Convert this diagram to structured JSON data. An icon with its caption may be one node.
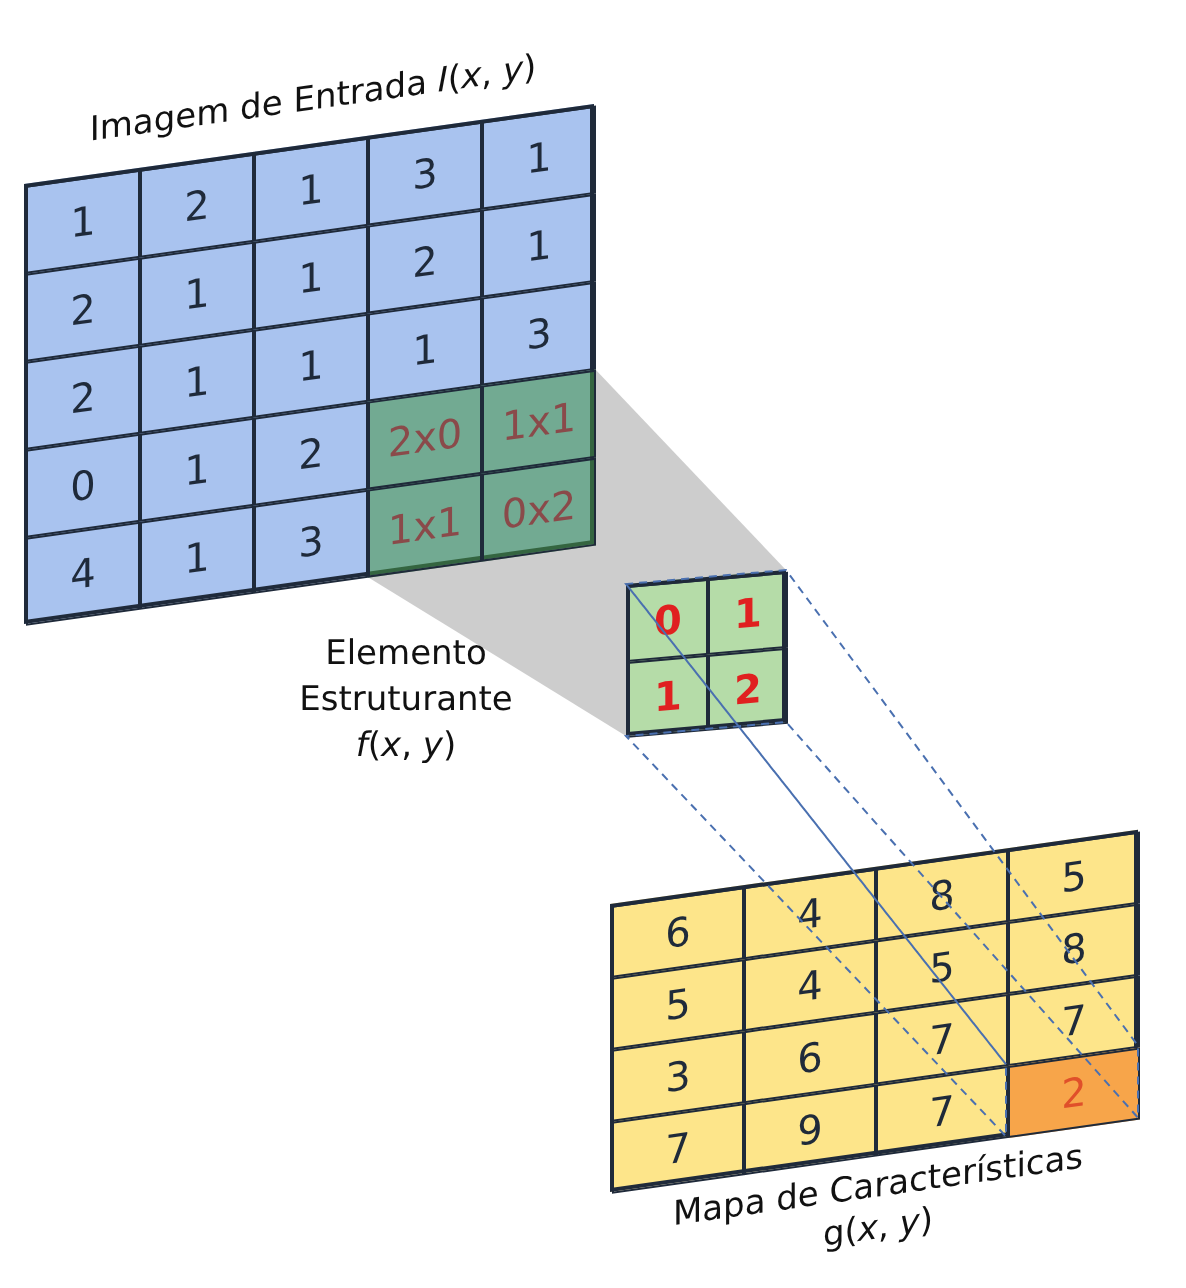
{
  "diagram": {
    "nodes": [
      {
        "text": [
          "Imagem de Entrada *I*(*x*, *y*)"
        ]
      },
      {
        "text": [
          "2x0",
          "1x1",
          "1x1",
          "0x2"
        ],
        "in": 0
      },
      {
        "text": [
          "0",
          "1",
          "1",
          "2"
        ],
        "beside": [
          "Elemento Estruturante",
          "*f*(*x*, *y*)"
        ]
      },
      {
        "text": [
          "Mapa de Características g(*x*, *y*)"
        ]
      },
      {
        "text": [
          "2"
        ],
        "in": 3
      }
    ],
    "edges": [
      {
        "from": 1,
        "to": 2,
        "arrow": "none",
        "style": "thick",
        "color": "#c4c4c4"
      },
      {
        "from": 2,
        "to": 4,
        "arrow": "none",
        "style": "dashed",
        "color": "#4a70b0"
      }
    ],
    "labels": [
      "1",
      "2",
      "1",
      "3",
      "1",
      "2",
      "1",
      "1",
      "2",
      "1",
      "2",
      "1",
      "1",
      "1",
      "3",
      "0",
      "1",
      "2",
      "4",
      "1",
      "3",
      "6",
      "4",
      "8",
      "5",
      "5",
      "4",
      "5",
      "8",
      "3",
      "6",
      "7",
      "7",
      "7",
      "9",
      "7"
    ]
  }
}
